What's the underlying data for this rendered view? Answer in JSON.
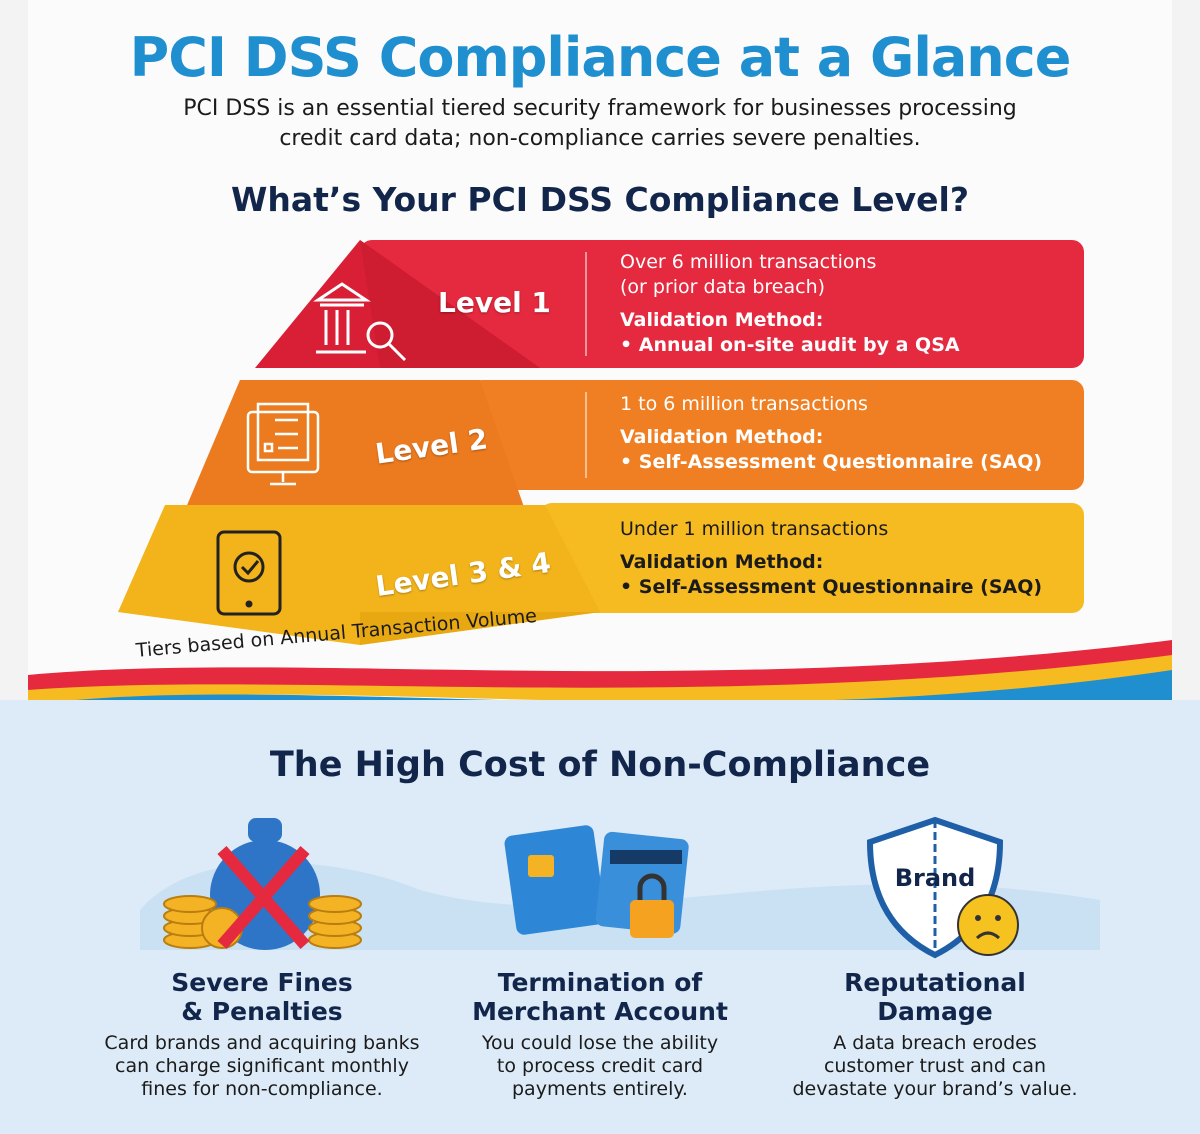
{
  "header": {
    "title": "PCI DSS Compliance at a Glance",
    "subtitle_line1": "PCI DSS is an essential tiered security framework for businesses processing",
    "subtitle_line2": "credit card data; non-compliance carries severe penalties."
  },
  "levels_section": {
    "title": "What’s Your PCI DSS Compliance Level?",
    "caption": "Tiers based on Annual Transaction Volume",
    "levels": [
      {
        "label": "Level 1",
        "volume_line1": "Over 6 million transactions",
        "volume_line2": "(or prior data breach)",
        "method_label": "Validation Method:",
        "method": "•  Annual on-site audit by a QSA",
        "icon": "bank-audit-icon",
        "color": "#e5293f"
      },
      {
        "label": "Level 2",
        "volume_line1": "1 to 6 million transactions",
        "method_label": "Validation Method:",
        "method": "•  Self-Assessment Questionnaire (SAQ)",
        "icon": "checklist-monitor-icon",
        "color": "#f07f23"
      },
      {
        "label": "Level 3 & 4",
        "volume_line1": "Under 1 million transactions",
        "method_label": "Validation Method:",
        "method": "•  Self-Assessment Questionnaire (SAQ)",
        "icon": "tablet-check-icon",
        "color": "#f6bb20"
      }
    ]
  },
  "costs_section": {
    "title": "The High Cost of Non-Compliance",
    "items": [
      {
        "heading_line1": "Severe Fines",
        "heading_line2": "& Penalties",
        "body_line1": "Card brands and acquiring banks",
        "body_line2": "can charge significant monthly",
        "body_line3": "fines for non-compliance.",
        "icon": "money-bag-fines-icon"
      },
      {
        "heading_line1": "Termination of",
        "heading_line2": "Merchant Account",
        "body_line1": "You could lose the ability",
        "body_line2": "to process credit card",
        "body_line3": "payments entirely.",
        "icon": "broken-card-lock-icon"
      },
      {
        "heading_line1": "Reputational",
        "heading_line2": "Damage",
        "body_line1": "A data breach erodes",
        "body_line2": "customer trust and can",
        "body_line3": "devastate your brand’s value.",
        "icon": "cracked-shield-icon",
        "icon_text": "Brand"
      }
    ]
  }
}
